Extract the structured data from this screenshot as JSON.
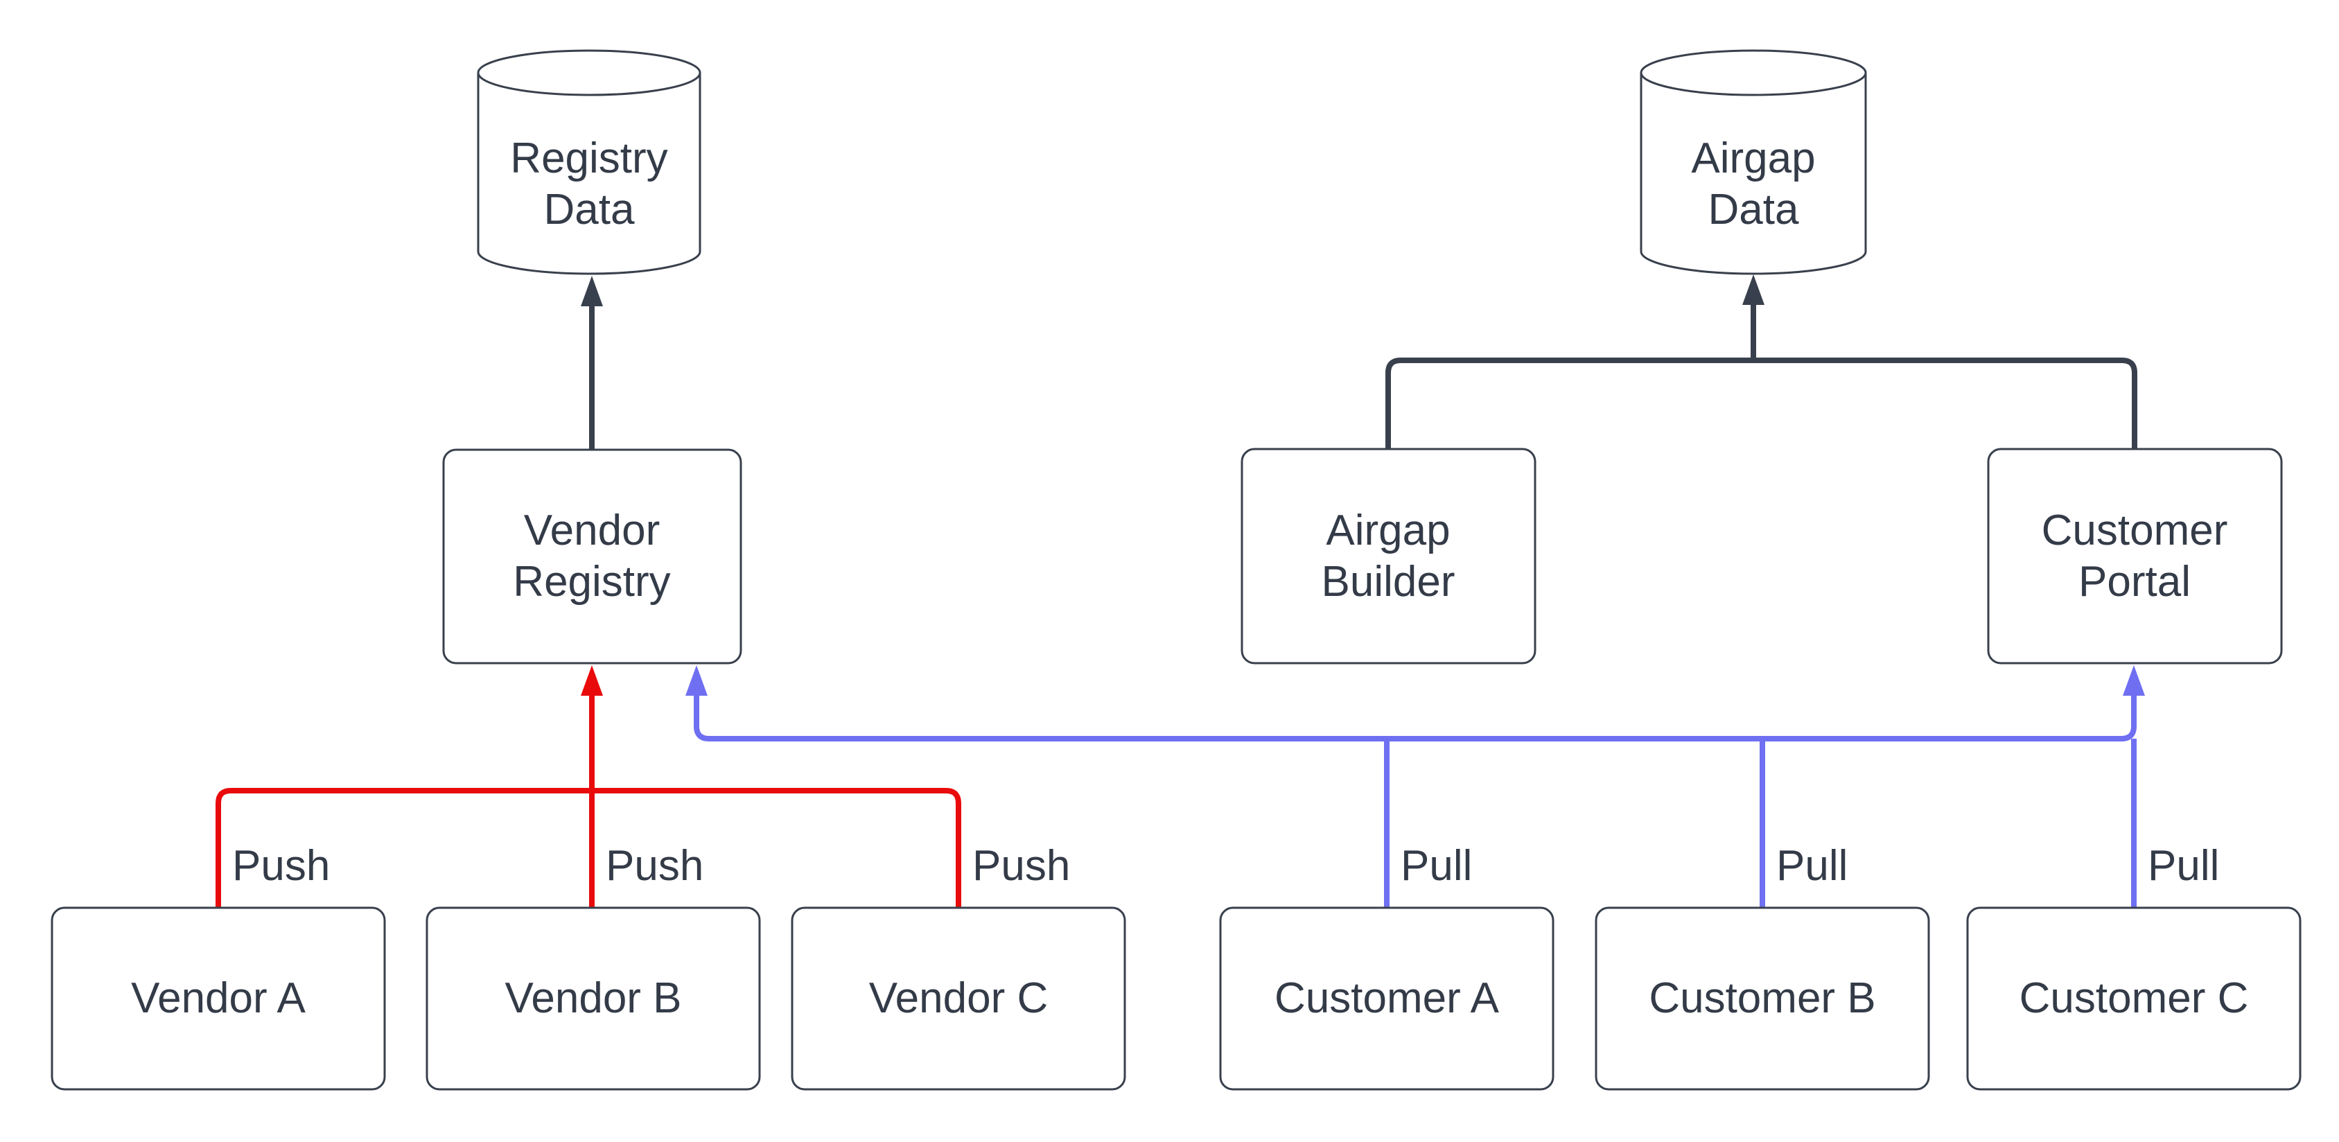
{
  "diagram": {
    "type": "flowchart",
    "nodes": {
      "registry_data": {
        "label": "Registry Data",
        "shape": "cylinder"
      },
      "airgap_data": {
        "label": "Airgap Data",
        "shape": "cylinder"
      },
      "vendor_registry": {
        "label": "Vendor Registry",
        "shape": "rounded-rect"
      },
      "airgap_builder": {
        "label": "Airgap Builder",
        "shape": "rounded-rect"
      },
      "customer_portal": {
        "label": "Customer Portal",
        "shape": "rounded-rect"
      },
      "vendor_a": {
        "label": "Vendor A",
        "shape": "rounded-rect"
      },
      "vendor_b": {
        "label": "Vendor B",
        "shape": "rounded-rect"
      },
      "vendor_c": {
        "label": "Vendor C",
        "shape": "rounded-rect"
      },
      "customer_a": {
        "label": "Customer A",
        "shape": "rounded-rect"
      },
      "customer_b": {
        "label": "Customer B",
        "shape": "rounded-rect"
      },
      "customer_c": {
        "label": "Customer C",
        "shape": "rounded-rect"
      }
    },
    "edges": {
      "push": {
        "label": "Push",
        "sources": [
          "Vendor A",
          "Vendor B",
          "Vendor C"
        ],
        "targets": [
          "Vendor Registry"
        ]
      },
      "pull": {
        "label": "Pull",
        "sources": [
          "Customer A",
          "Customer B",
          "Customer C"
        ],
        "targets": [
          "Vendor Registry",
          "Customer Portal"
        ]
      },
      "data_flow": [
        {
          "from": "Vendor Registry",
          "to": "Registry Data"
        },
        {
          "from": "Airgap Builder",
          "to": "Airgap Data"
        },
        {
          "from": "Customer Portal",
          "to": "Airgap Data"
        }
      ]
    },
    "colors": {
      "canvas_bg": "#ffffff",
      "node_fill": "#ffffff",
      "node_stroke": "#39404d",
      "text": "#343b48",
      "dark_edge": "#39404d",
      "push_edge": "#e90b0c",
      "pull_edge": "#6f6ff2"
    }
  }
}
